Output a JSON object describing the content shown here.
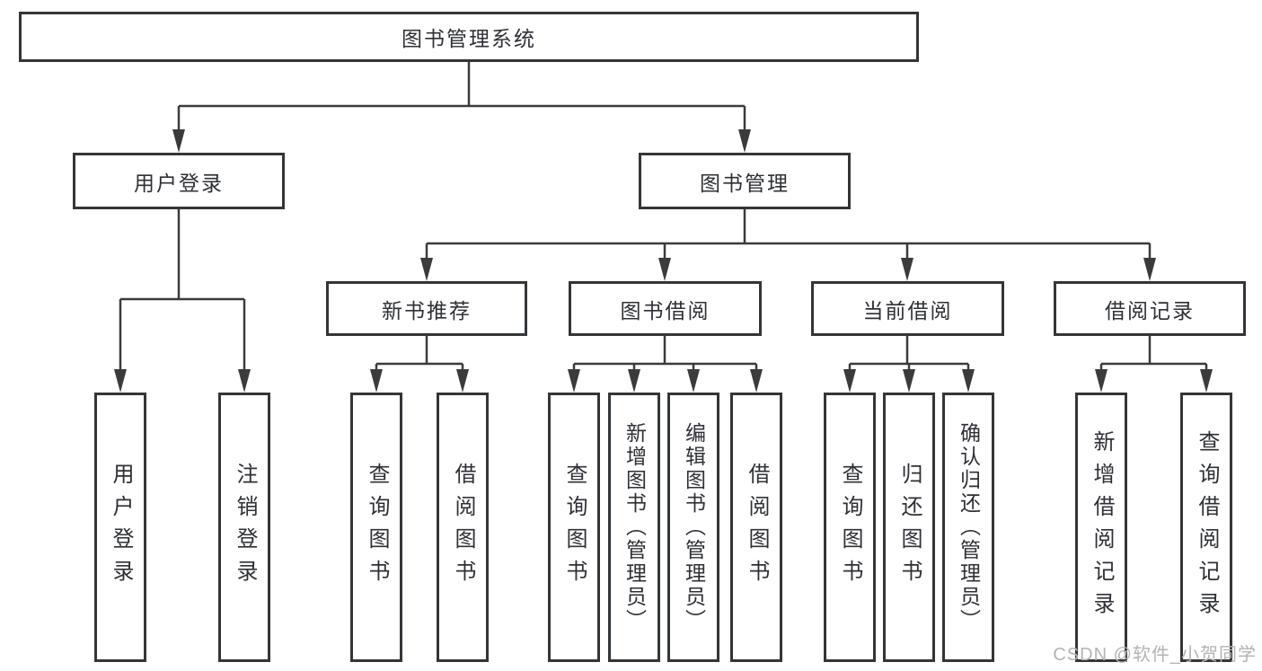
{
  "diagram_type": "tree-structure-chart",
  "nodes": {
    "root": "图书管理系统",
    "user_login": "用户登录",
    "book_mgmt": "图书管理",
    "new_book_rec": "新书推荐",
    "book_borrow": "图书借阅",
    "current_borrow": "当前借阅",
    "borrow_record": "借阅记录",
    "ul_login": "用户登录",
    "ul_logout": "注销登录",
    "nb_query": "查询图书",
    "nb_borrow": "借阅图书",
    "bb_query": "查询图书",
    "bb_add": "新增图书（管理员）",
    "bb_edit": "编辑图书（管理员）",
    "bb_borrow": "借阅图书",
    "cb_query": "查询图书",
    "cb_return": "归还图书",
    "cb_confirm": "确认归还（管理员）",
    "br_add": "新增借阅记录",
    "br_query": "查询借阅记录"
  },
  "hierarchy": {
    "图书管理系统": {
      "用户登录": [
        "用户登录",
        "注销登录"
      ],
      "图书管理": {
        "新书推荐": [
          "查询图书",
          "借阅图书"
        ],
        "图书借阅": [
          "查询图书",
          "新增图书（管理员）",
          "编辑图书（管理员）",
          "借阅图书"
        ],
        "当前借阅": [
          "查询图书",
          "归还图书",
          "确认归还（管理员）"
        ],
        "借阅记录": [
          "新增借阅记录",
          "查询借阅记录"
        ]
      }
    }
  },
  "watermark": "CSDN @软件_小贺同学",
  "colors": {
    "background": "#ffffff",
    "box_border": "#333639",
    "line": "#3b3b3b",
    "text": "#2e3035",
    "watermark": "#b3b3b3"
  }
}
